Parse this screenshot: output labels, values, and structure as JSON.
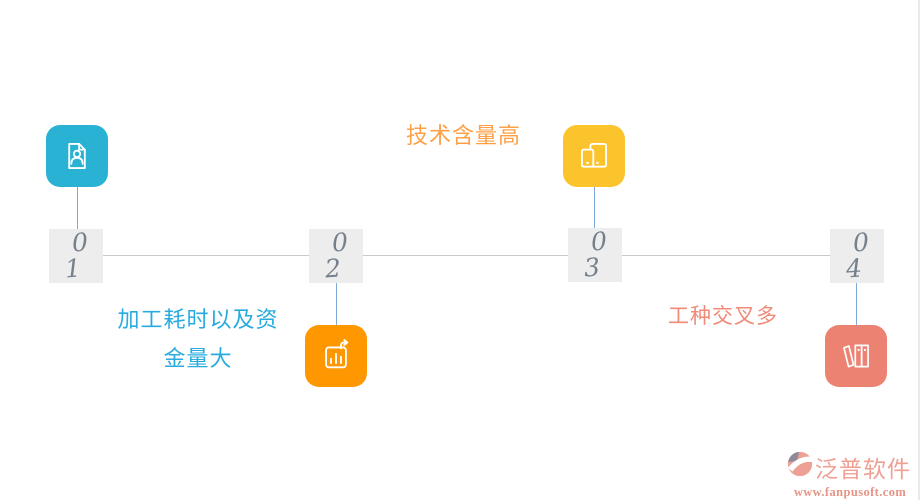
{
  "nodes": [
    {
      "digit_top": "0",
      "digit_bottom": "1",
      "icon": "profile-document-icon",
      "color": "#29b2d4"
    },
    {
      "digit_top": "0",
      "digit_bottom": "2",
      "icon": "growth-chart-arrow-icon",
      "color": "#ff9800"
    },
    {
      "digit_top": "0",
      "digit_bottom": "3",
      "icon": "devices-icon",
      "color": "#fbc42d"
    },
    {
      "digit_top": "0",
      "digit_bottom": "4",
      "icon": "books-shelf-icon",
      "color": "#ec8272"
    }
  ],
  "labels": {
    "technical": {
      "text": "技术含量高",
      "color": "#ffa046"
    },
    "processing": {
      "line1": "加工耗时以及资",
      "line2": "金量大",
      "color": "#29abe0"
    },
    "crosswork": {
      "text": "工种交叉多",
      "color": "#f08a79"
    }
  },
  "watermark": {
    "brand": "泛普软件",
    "url": "www.fanpusoft.com",
    "brand_color": "#efa093",
    "url_color": "#e59586"
  },
  "colors": {
    "number_box": "#ededed",
    "number_text": "#76808b",
    "timeline": "#c9c9c9",
    "connector": "#7ea9db"
  }
}
